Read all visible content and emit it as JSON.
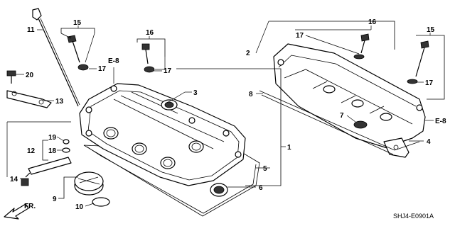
{
  "callouts": {
    "c1": "1",
    "c2": "2",
    "c3": "3",
    "c4": "4",
    "c5": "5",
    "c6": "6",
    "c7": "7",
    "c8": "8",
    "c9": "9",
    "c10": "10",
    "c11": "11",
    "c12": "12",
    "c13": "13",
    "c14": "14",
    "c15_left": "15",
    "c15_right": "15",
    "c16_left": "16",
    "c16_right": "16",
    "c17_a": "17",
    "c17_b": "17",
    "c17_c": "17",
    "c17_d": "17",
    "c18": "18",
    "c19": "19",
    "c20": "20",
    "e8_left": "E-8",
    "e8_right": "E-8"
  },
  "diagram_code": "SHJ4-E0901A",
  "direction_arrow": {
    "label": "FR."
  }
}
